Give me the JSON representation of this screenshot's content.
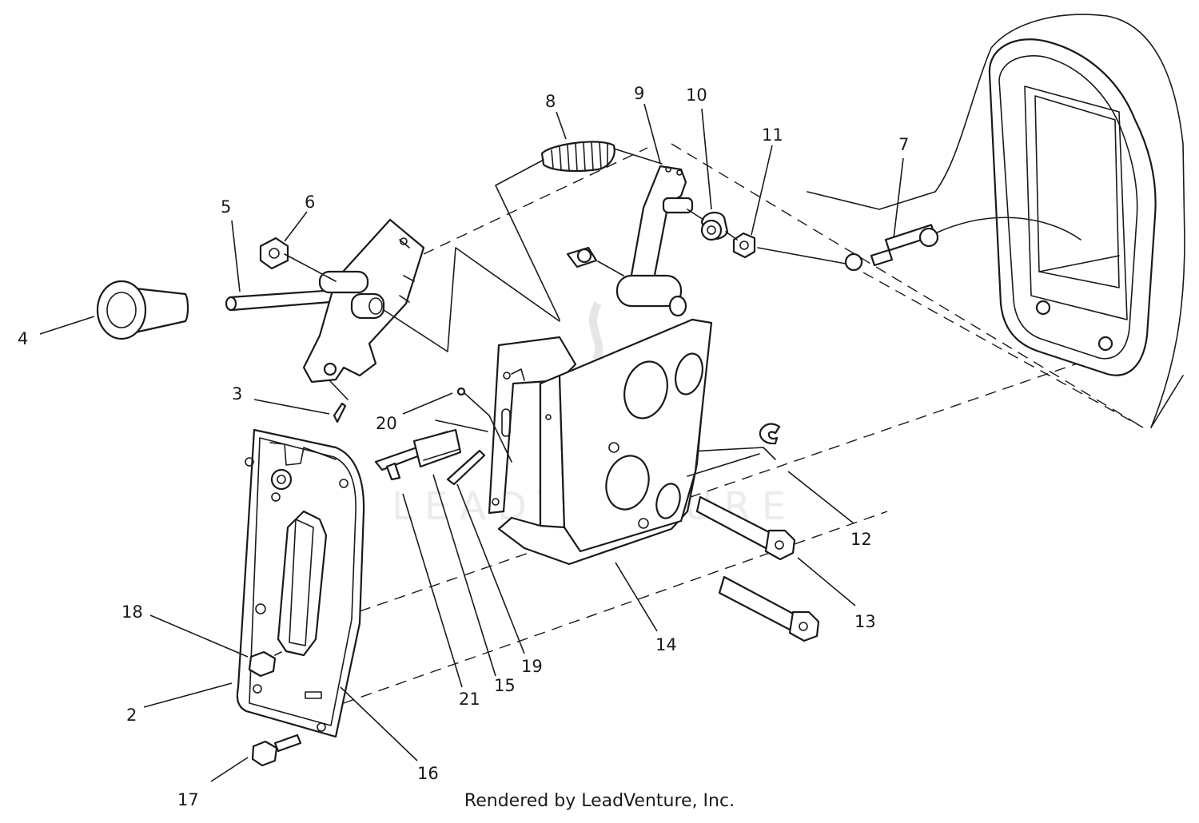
{
  "watermark": {
    "text": "LEADVENTURE"
  },
  "footer": {
    "credit": "Rendered by LeadVenture, Inc."
  },
  "callouts": [
    {
      "id": "4",
      "label": "4"
    },
    {
      "id": "5",
      "label": "5"
    },
    {
      "id": "6",
      "label": "6"
    },
    {
      "id": "3",
      "label": "3"
    },
    {
      "id": "8",
      "label": "8"
    },
    {
      "id": "9",
      "label": "9"
    },
    {
      "id": "10",
      "label": "10"
    },
    {
      "id": "11",
      "label": "11"
    },
    {
      "id": "7",
      "label": "7"
    },
    {
      "id": "20",
      "label": "20"
    },
    {
      "id": "12",
      "label": "12"
    },
    {
      "id": "13",
      "label": "13"
    },
    {
      "id": "14",
      "label": "14"
    },
    {
      "id": "18",
      "label": "18"
    },
    {
      "id": "2",
      "label": "2"
    },
    {
      "id": "21",
      "label": "21"
    },
    {
      "id": "15",
      "label": "15"
    },
    {
      "id": "19",
      "label": "19"
    },
    {
      "id": "16",
      "label": "16"
    },
    {
      "id": "17",
      "label": "17"
    }
  ]
}
